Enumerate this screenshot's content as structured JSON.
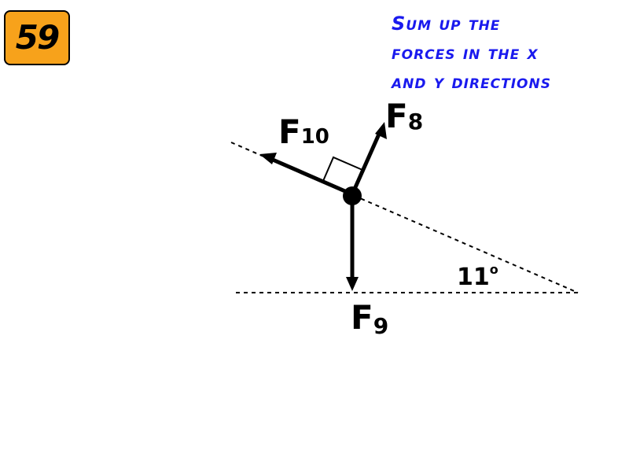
{
  "badge": {
    "number": "59",
    "fill_color": "#f7a21b"
  },
  "instruction": {
    "lines": [
      "Sum up the",
      "forces in the x",
      "and y directions"
    ],
    "color": "#1a1aee"
  },
  "diagram": {
    "forces": [
      {
        "id": "F10",
        "letter": "F",
        "subscript": "10"
      },
      {
        "id": "F8",
        "letter": "F",
        "subscript": "8"
      },
      {
        "id": "F9",
        "letter": "F",
        "subscript": "9"
      }
    ],
    "angle_label": "11",
    "angle_unit": "o"
  }
}
